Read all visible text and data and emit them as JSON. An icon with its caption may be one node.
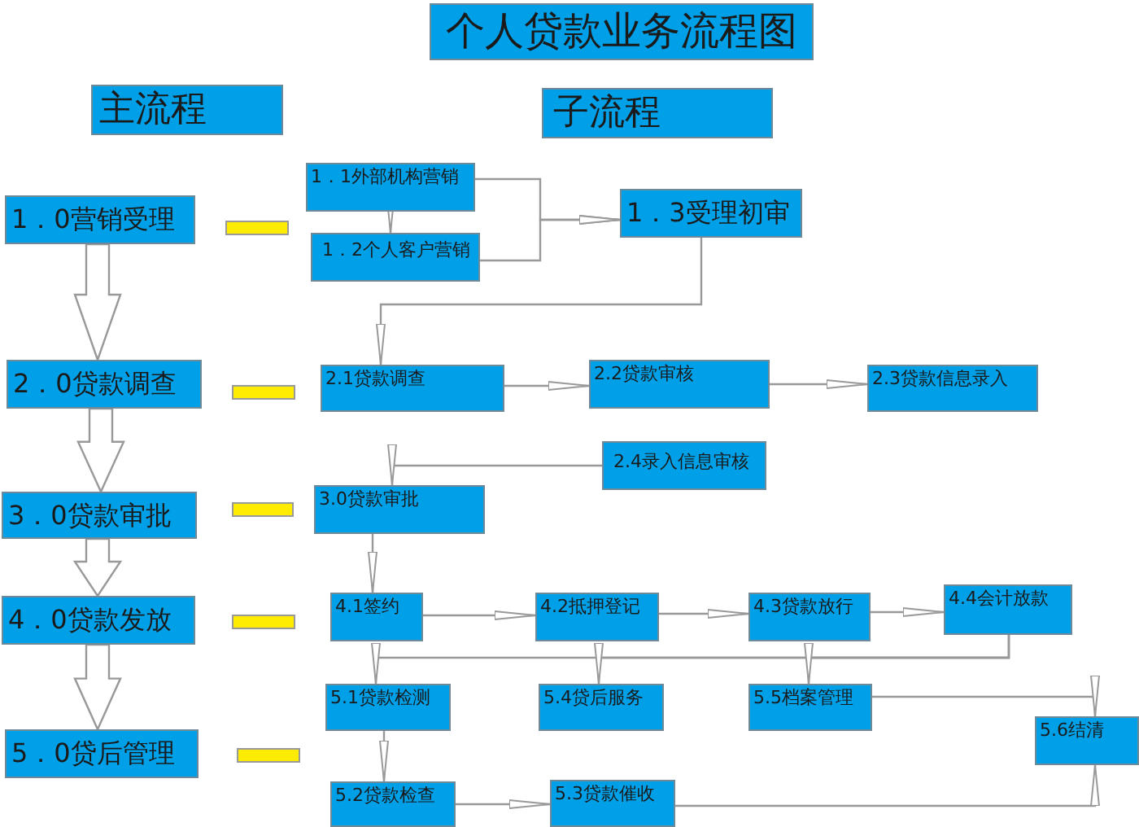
{
  "diagram": {
    "title": "个人贷款业务流程图",
    "nodes": [
      {
        "text": [
          "主流程"
        ]
      },
      {
        "text": [
          "子流程"
        ]
      },
      {
        "text": [
          "1．0营销受理"
        ]
      },
      {
        "text": [
          "1．1外部机构营销"
        ]
      },
      {
        "text": [
          "1．2个人客户营销"
        ]
      },
      {
        "text": [
          "1．3受理初审"
        ]
      },
      {
        "text": [
          "2．0贷款调查"
        ]
      },
      {
        "text": [
          "2.1贷款调查"
        ]
      },
      {
        "text": [
          "2.2贷款审核"
        ]
      },
      {
        "text": [
          "2.3贷款信息录入"
        ]
      },
      {
        "text": [
          "2.4录入信息审核"
        ]
      },
      {
        "text": [
          "3.0贷款审批"
        ]
      },
      {
        "text": [
          "3．0贷款审批"
        ]
      },
      {
        "text": [
          "4．0贷款发放"
        ]
      },
      {
        "text": [
          "4.1签约"
        ]
      },
      {
        "text": [
          "4.2抵押登记"
        ]
      },
      {
        "text": [
          "4.3贷款放行"
        ]
      },
      {
        "text": [
          "4.4会计放款"
        ]
      },
      {
        "text": [
          "5．0贷后管理"
        ]
      },
      {
        "text": [
          "5.1贷款检测"
        ]
      },
      {
        "text": [
          "5.4贷后服务"
        ]
      },
      {
        "text": [
          "5.5档案管理"
        ]
      },
      {
        "text": [
          "5.6结清"
        ]
      },
      {
        "text": [
          "5.2贷款检查"
        ]
      },
      {
        "text": [
          "5.3贷款催收"
        ]
      }
    ],
    "edges": [
      {
        "from": 2,
        "to": 6,
        "arrow": "to",
        "style": "thick"
      },
      {
        "from": 6,
        "to": 12,
        "arrow": "to",
        "style": "thick"
      },
      {
        "from": 12,
        "to": 13,
        "arrow": "to",
        "style": "thick"
      },
      {
        "from": 13,
        "to": 18,
        "arrow": "to",
        "style": "thick"
      },
      {
        "from": 3,
        "to": 4,
        "arrow": "to"
      },
      {
        "from": 3,
        "to": 5,
        "arrow": "to"
      },
      {
        "from": 4,
        "to": 5,
        "arrow": "to"
      },
      {
        "from": 5,
        "to": 7,
        "arrow": "to"
      },
      {
        "from": 7,
        "to": 8,
        "arrow": "to"
      },
      {
        "from": 8,
        "to": 9,
        "arrow": "to"
      },
      {
        "from": 10,
        "to": 11,
        "arrow": "to"
      },
      {
        "from": 11,
        "to": 14,
        "arrow": "to"
      },
      {
        "from": 14,
        "to": 15,
        "arrow": "to"
      },
      {
        "from": 15,
        "to": 16,
        "arrow": "to"
      },
      {
        "from": 16,
        "to": 17,
        "arrow": "to"
      },
      {
        "from": 17,
        "to": 19,
        "arrow": "to"
      },
      {
        "from": 17,
        "to": 20,
        "arrow": "to"
      },
      {
        "from": 17,
        "to": 21,
        "arrow": "to"
      },
      {
        "from": 19,
        "to": 23,
        "arrow": "to"
      },
      {
        "from": 23,
        "to": 24,
        "arrow": "to"
      },
      {
        "from": 21,
        "to": 22,
        "arrow": "to"
      },
      {
        "from": 24,
        "to": 22,
        "arrow": "to"
      }
    ]
  }
}
